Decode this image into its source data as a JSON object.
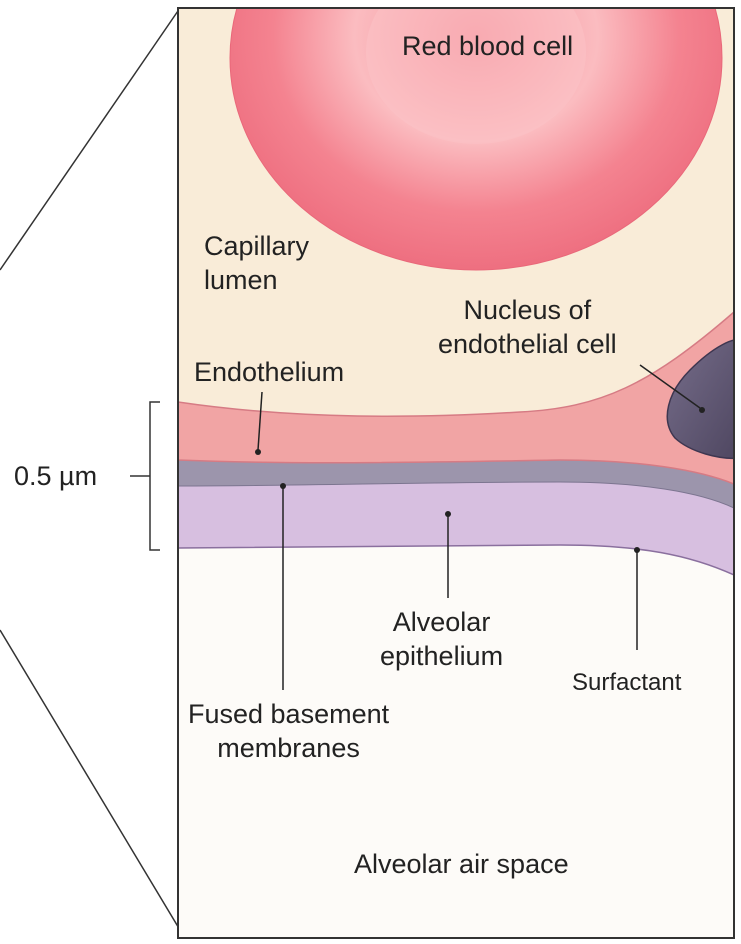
{
  "colors": {
    "background": "#ffffff",
    "capillary": "#f9ecd8",
    "rbc_outer": "#f27f8c",
    "rbc_inner": "#fbb9be",
    "endothelium": "#f1a4a4",
    "basement_membrane": "#9c95ac",
    "alveolar_epithelium": "#d7bfe0",
    "nucleus": "#5d5470",
    "air_space": "#fdfbf8",
    "line": "#222222"
  },
  "labels": {
    "red_blood_cell": "Red blood cell",
    "capillary_lumen": [
      "Capillary",
      "lumen"
    ],
    "nucleus": [
      "Nucleus of",
      "endothelial cell"
    ],
    "endothelium": "Endothelium",
    "scale": "0.5 µm",
    "alveolar_epithelium": [
      "Alveolar",
      "epithelium"
    ],
    "surfactant": "Surfactant",
    "fused_basement": [
      "Fused basement",
      "membranes"
    ],
    "air_space": "Alveolar air space"
  }
}
